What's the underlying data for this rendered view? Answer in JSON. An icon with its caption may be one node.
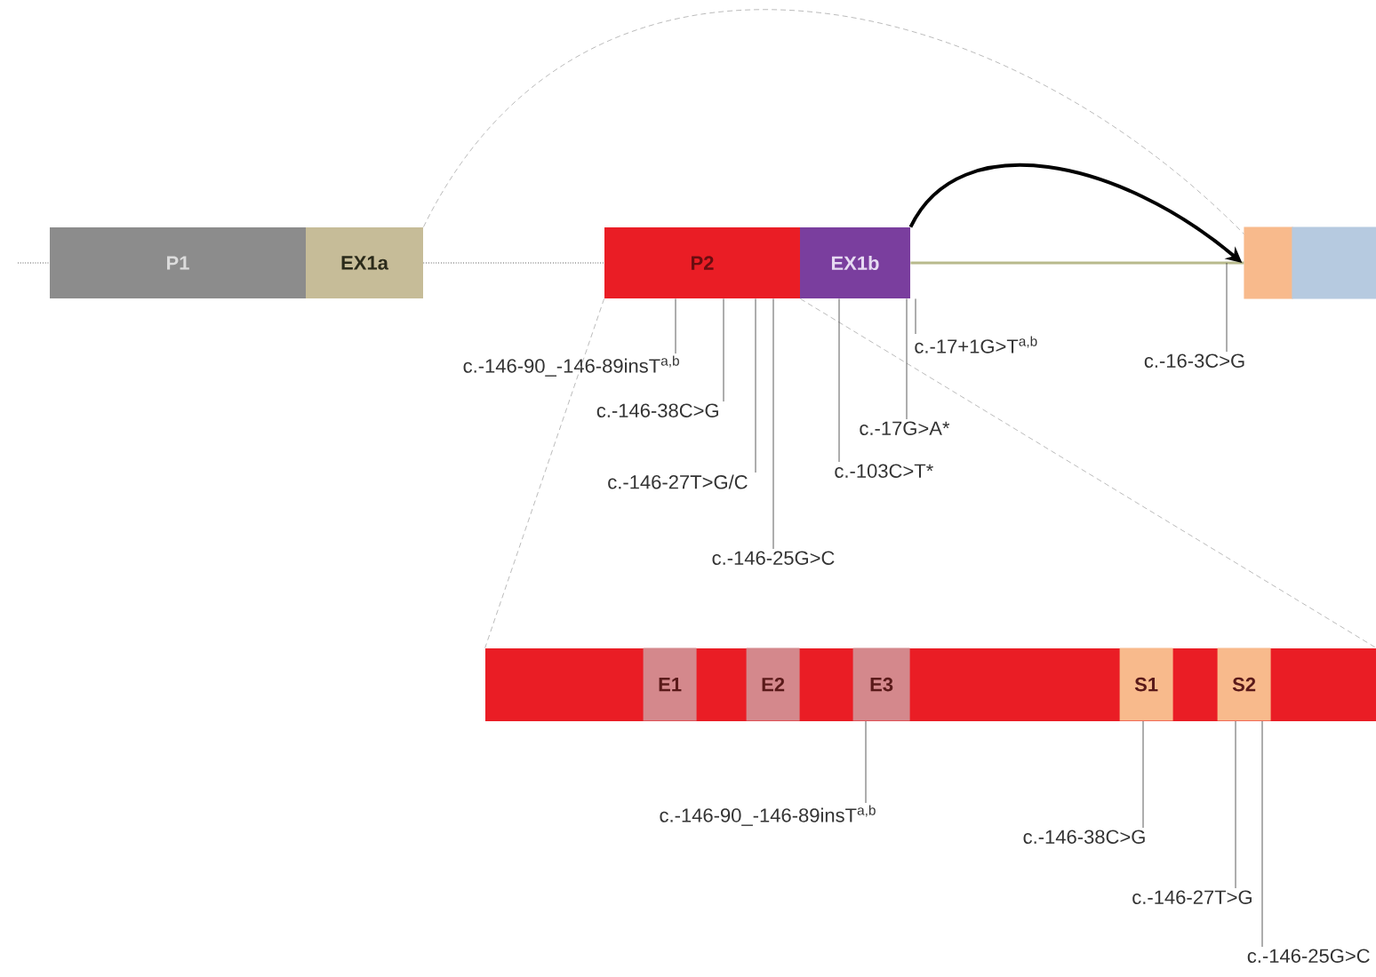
{
  "diagram": {
    "nodes": [
      {
        "text": [
          "P1"
        ]
      },
      {
        "text": [
          "EX1a"
        ]
      },
      {
        "text": [
          "P2"
        ]
      },
      {
        "text": [
          "EX1b"
        ]
      },
      {
        "text": [],
        "shape": "box"
      },
      {
        "text": [],
        "shape": "box"
      },
      {
        "text": [
          "c.-146-90_-146-89insT$^{a,b}$"
        ]
      },
      {
        "text": [
          "c.-146-38C>G"
        ]
      },
      {
        "text": [
          "c.-146-27T>G/C"
        ]
      },
      {
        "text": [
          "c.-146-25G>C"
        ]
      },
      {
        "text": [
          "c.-103C>T*"
        ]
      },
      {
        "text": [
          "c.-17G>A*"
        ]
      },
      {
        "text": [
          "c.-17+1G>T$^{a,b}$"
        ]
      },
      {
        "text": [
          "c.-16-3C>G"
        ]
      },
      {
        "text": [],
        "shape": "bar"
      },
      {
        "text": [
          "E1"
        ],
        "in": 14
      },
      {
        "text": [
          "E2"
        ],
        "in": 14
      },
      {
        "text": [
          "E3"
        ],
        "in": 14
      },
      {
        "text": [
          "S1"
        ],
        "in": 14
      },
      {
        "text": [
          "S2"
        ],
        "in": 14
      },
      {
        "text": [
          "c.-146-90_-146-89insT$^{a,b}$"
        ]
      },
      {
        "text": [
          "c.-146-38C>G"
        ]
      },
      {
        "text": [
          "c.-146-27T>G"
        ]
      },
      {
        "text": [
          "c.-146-25G>C"
        ]
      }
    ],
    "edges": [
      {
        "from": null,
        "to": 0,
        "arrow": "none",
        "style": "dashed"
      },
      {
        "from": 1,
        "to": 2,
        "arrow": "none",
        "style": "dashed"
      },
      {
        "from": 1,
        "to": 4,
        "arrow": "none",
        "style": "dashed",
        "color": "#aaaaaa"
      },
      {
        "from": 3,
        "to": 4,
        "arrow": "none",
        "color": "#b8ba8c"
      },
      {
        "from": 3,
        "to": 4,
        "arrow": "to",
        "style": "thick"
      },
      {
        "from": 2,
        "to": 14,
        "arrow": "none",
        "style": "dashed",
        "color": "#aaaaaa"
      },
      {
        "from": 2,
        "to": 14,
        "arrow": "none",
        "style": "dashed",
        "color": "#aaaaaa"
      },
      {
        "from": 6,
        "to": 2,
        "arrow": "none"
      },
      {
        "from": 7,
        "to": 2,
        "arrow": "none"
      },
      {
        "from": 8,
        "to": 2,
        "arrow": "none"
      },
      {
        "from": 9,
        "to": 2,
        "arrow": "none"
      },
      {
        "from": 10,
        "to": 3,
        "arrow": "none"
      },
      {
        "from": 11,
        "to": 3,
        "arrow": "none"
      },
      {
        "from": 12,
        "to": 3,
        "arrow": "none"
      },
      {
        "from": 13,
        "to": 4,
        "arrow": "none"
      },
      {
        "from": 20,
        "to": 17,
        "arrow": "none"
      },
      {
        "from": 21,
        "to": 18,
        "arrow": "none"
      },
      {
        "from": 22,
        "to": 19,
        "arrow": "none"
      },
      {
        "from": 23,
        "to": 19,
        "arrow": "none"
      }
    ]
  }
}
